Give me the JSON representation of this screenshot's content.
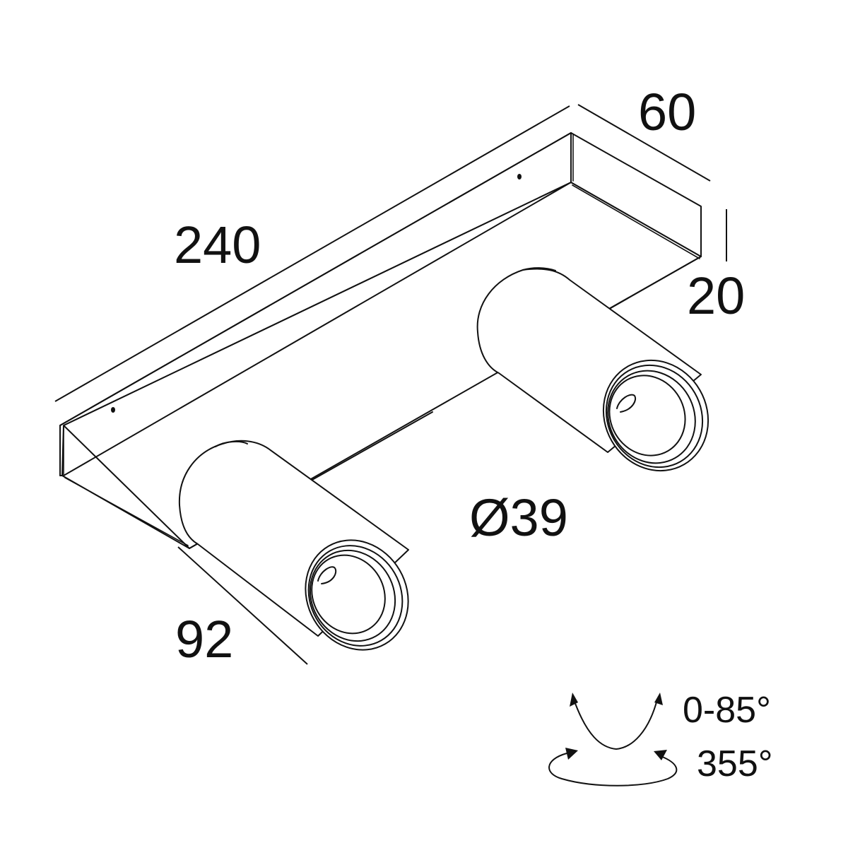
{
  "drawing": {
    "subject": "Dual surface-mounted adjustable spotlight fixture",
    "line_color": "#111111",
    "background": "#ffffff"
  },
  "dimensions": {
    "length": "240",
    "width": "60",
    "height": "20",
    "spot_length": "92",
    "spot_diameter": "Ø39"
  },
  "rotation": {
    "tilt": "0-85°",
    "rotate": "355°",
    "tilt_icon": "tilt-arrows-icon",
    "rotate_icon": "rotate-arrows-icon"
  }
}
